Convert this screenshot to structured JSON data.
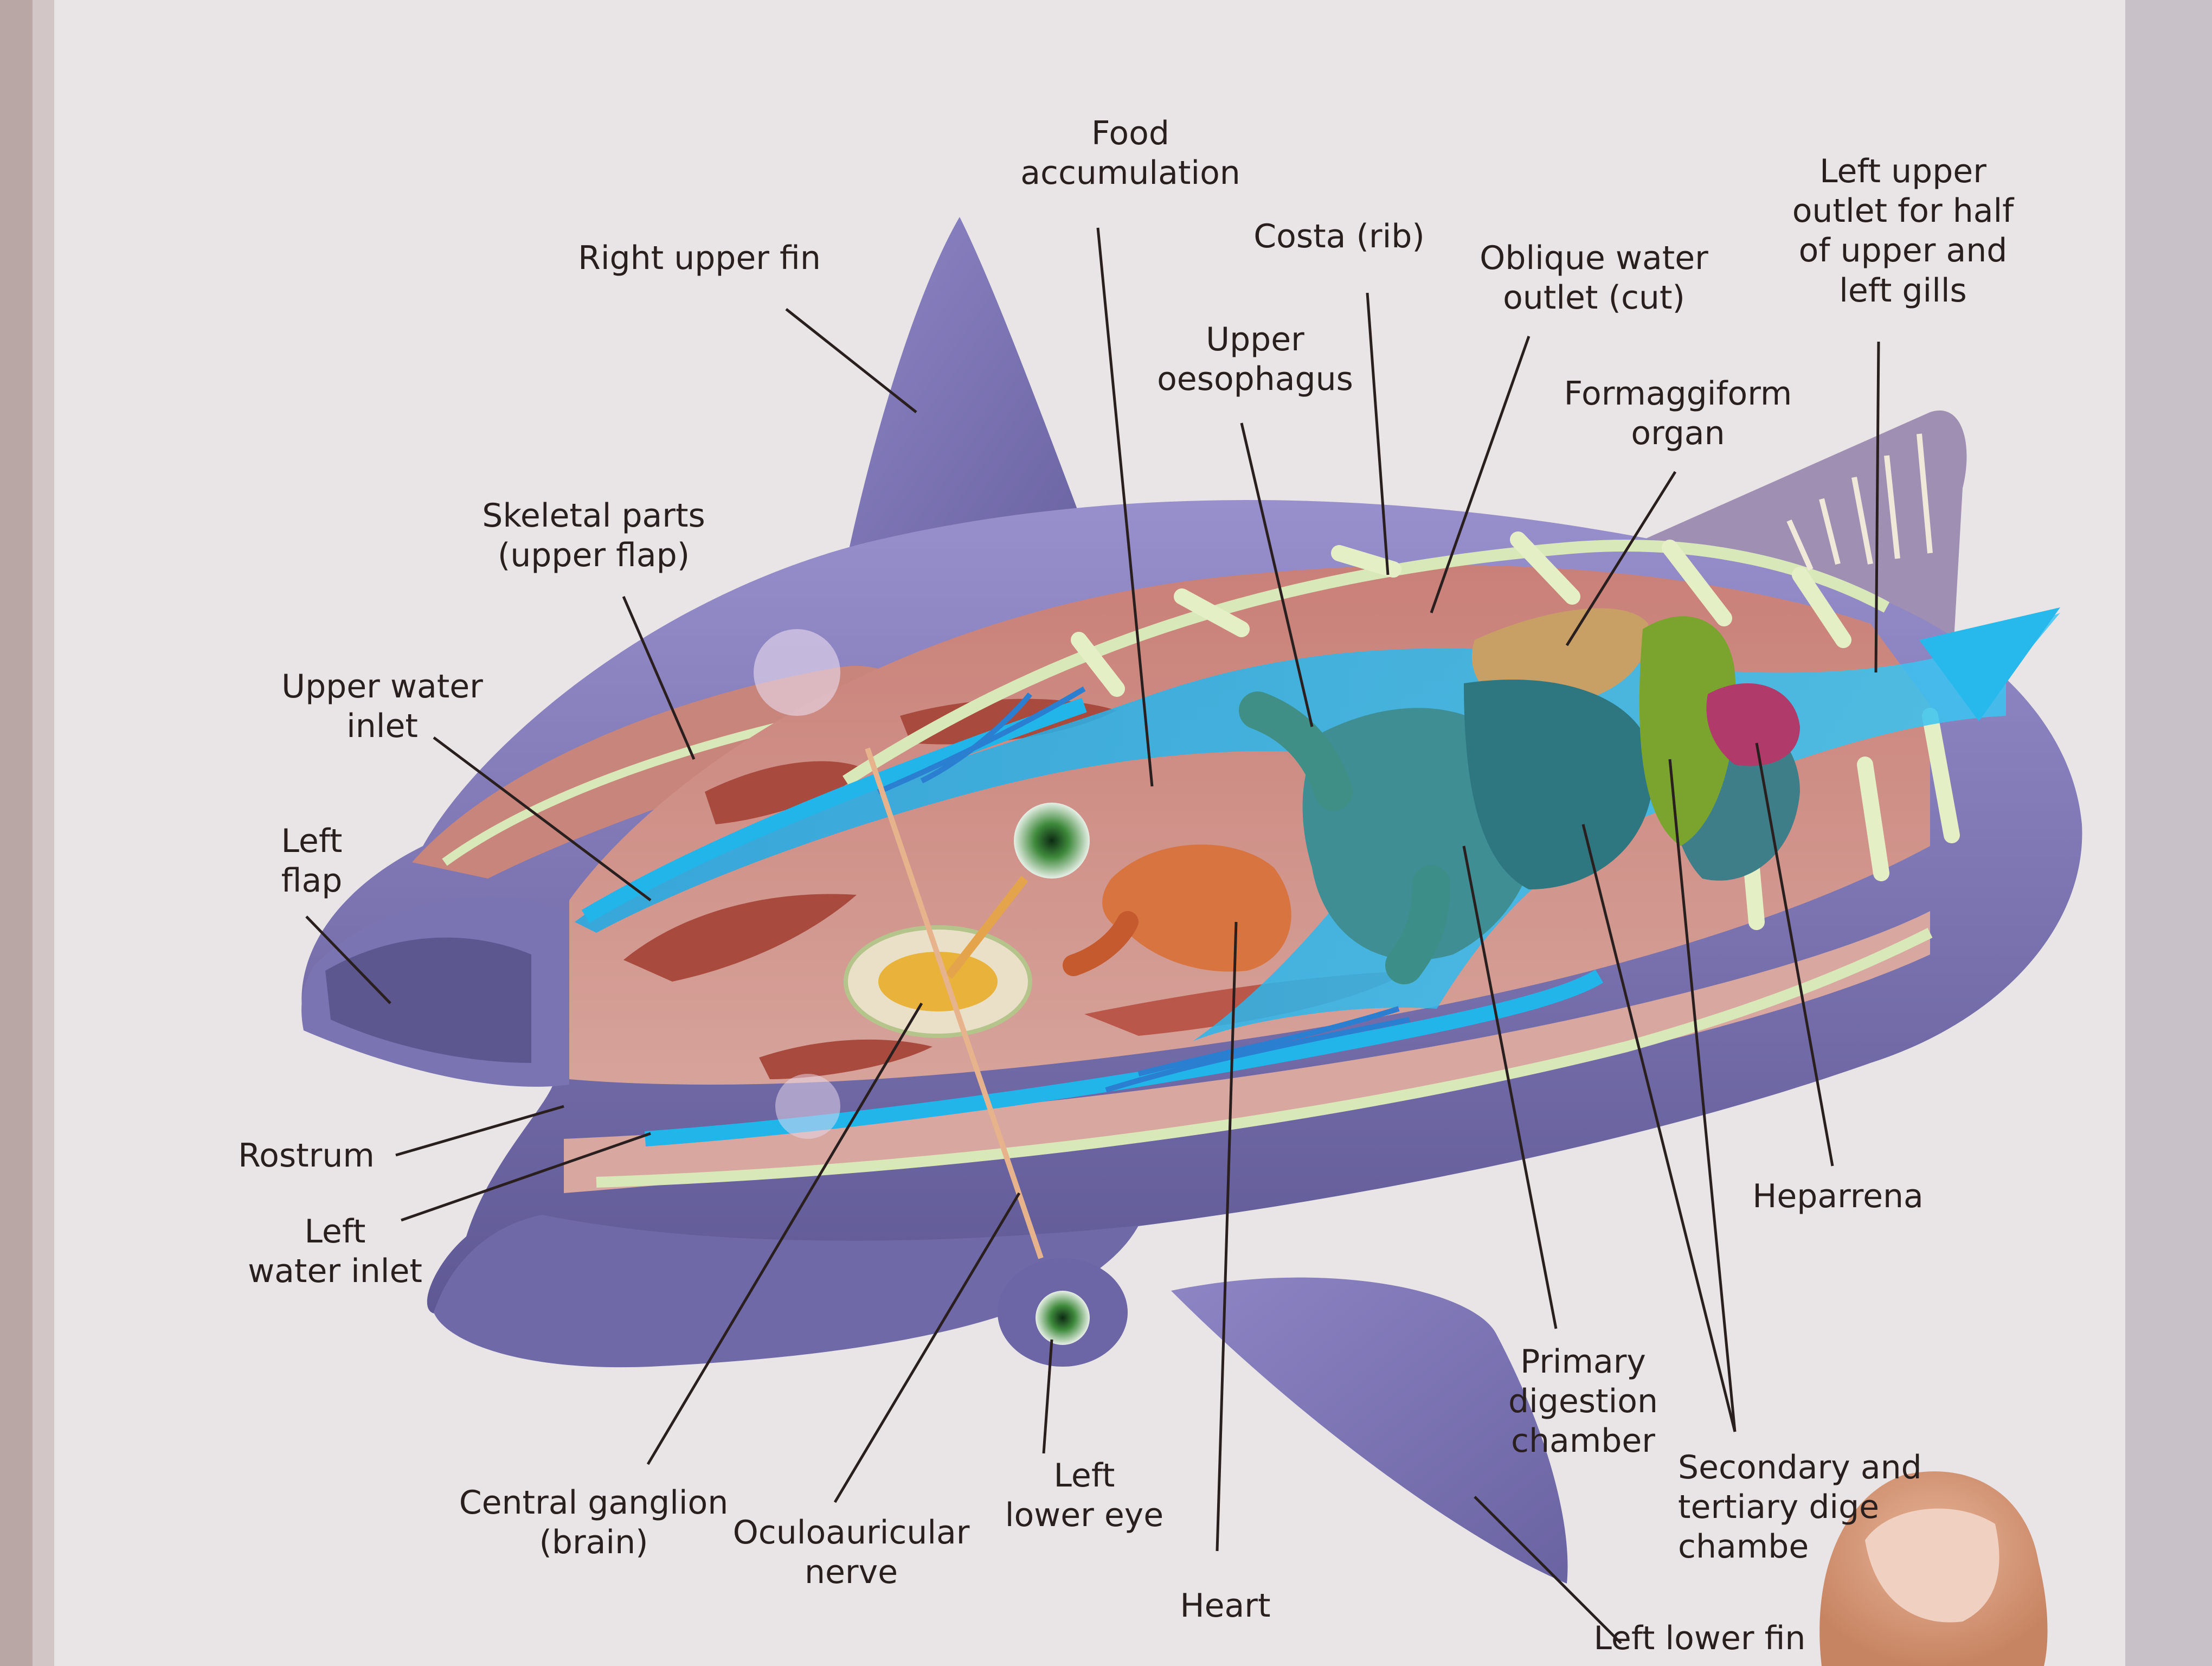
{
  "labels": {
    "food_accumulation": "Food\naccumulation",
    "right_upper_fin": "Right upper fin",
    "costa_rib": "Costa (rib)",
    "oblique_water_outlet": "Oblique water\noutlet (cut)",
    "left_upper_outlet": "Left upper\noutlet for half\nof upper and\nleft gills",
    "upper_oesophagus": "Upper\noesophagus",
    "formaggiform_organ": "Formaggiform\norgan",
    "skeletal_parts": "Skeletal parts\n(upper flap)",
    "upper_water_inlet": "Upper water\ninlet",
    "left_flap": "Left\nflap",
    "rostrum": "Rostrum",
    "left_water_inlet": "Left\nwater inlet",
    "heparrena": "Heparrena",
    "primary_digestion_chamber": "Primary\ndigestion\nchamber",
    "secondary_tertiary": "Secondary and\ntertiary dige\nchambe",
    "central_ganglion": "Central ganglion\n(brain)",
    "oculoauricular_nerve": "Oculoauricular\nnerve",
    "left_lower_eye": "Left\nlower eye",
    "heart": "Heart",
    "left_lower_fin": "Left lower fin"
  },
  "colors": {
    "page": "#ebe7e8",
    "body": "#8a82bd",
    "body_dark": "#5c5690",
    "cavity": "#c98c84",
    "muscle": "#a84a3e",
    "skeleton": "#d9e8b8",
    "water_flow": "#22b5ea",
    "heart": "#d7743f",
    "digestion": "#3e8e93",
    "formaggiform": "#c8a066",
    "heparrena": "#b03a6a",
    "green_organ": "#7ba42e",
    "label_text": "#2a1f1f",
    "leader_line": "#2a1f1f",
    "finger": "#d8a083"
  }
}
